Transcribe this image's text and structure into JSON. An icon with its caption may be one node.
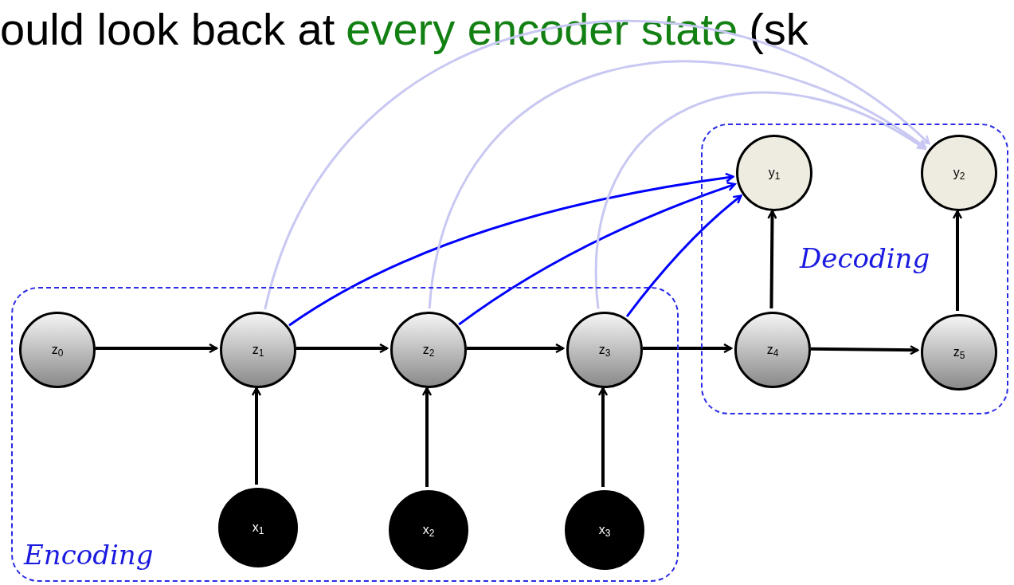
{
  "diagram": {
    "nodes": [
      {
        "text": [
          "Encoding"
        ]
      },
      {
        "text": [
          "Decoding"
        ]
      },
      {
        "text": [
          "z$_{0}$"
        ],
        "in": 0
      },
      {
        "text": [
          "z$_{1}$"
        ],
        "in": 0
      },
      {
        "text": [
          "z$_{2}$"
        ],
        "in": 0
      },
      {
        "text": [
          "z$_{3}$"
        ],
        "in": 0
      },
      {
        "text": [
          "x$_{1}$"
        ],
        "in": 0
      },
      {
        "text": [
          "x$_{2}$"
        ],
        "in": 0
      },
      {
        "text": [
          "x$_{3}$"
        ],
        "in": 0
      },
      {
        "text": [
          "y$_{1}$"
        ],
        "in": 1
      },
      {
        "text": [
          "y$_{2}$"
        ],
        "in": 1
      },
      {
        "text": [
          "z$_{4}$"
        ],
        "in": 1
      },
      {
        "text": [
          "z$_{5}$"
        ],
        "in": 1
      }
    ],
    "edges": [
      {
        "from": 2,
        "to": 3,
        "arrow": "to"
      },
      {
        "from": 3,
        "to": 4,
        "arrow": "to"
      },
      {
        "from": 4,
        "to": 5,
        "arrow": "to"
      },
      {
        "from": 5,
        "to": 11,
        "arrow": "to"
      },
      {
        "from": 11,
        "to": 12,
        "arrow": "to"
      },
      {
        "from": 6,
        "to": 3,
        "arrow": "to"
      },
      {
        "from": 7,
        "to": 4,
        "arrow": "to"
      },
      {
        "from": 8,
        "to": 5,
        "arrow": "to"
      },
      {
        "from": 11,
        "to": 9,
        "arrow": "to"
      },
      {
        "from": 12,
        "to": 10,
        "arrow": "to"
      },
      {
        "from": 3,
        "to": 9,
        "arrow": "to",
        "color": "#0000ff"
      },
      {
        "from": 4,
        "to": 9,
        "arrow": "to",
        "color": "#0000ff"
      },
      {
        "from": 5,
        "to": 9,
        "arrow": "to",
        "color": "#0000ff"
      },
      {
        "from": 3,
        "to": 10,
        "arrow": "to",
        "color": "#c8c8f2"
      },
      {
        "from": 4,
        "to": 10,
        "arrow": "to",
        "color": "#c8c8f2"
      },
      {
        "from": 5,
        "to": 10,
        "arrow": "to",
        "color": "#c8c8f2"
      }
    ],
    "labels": [
      "ould look back at",
      "every encoder state",
      "(sk"
    ]
  }
}
